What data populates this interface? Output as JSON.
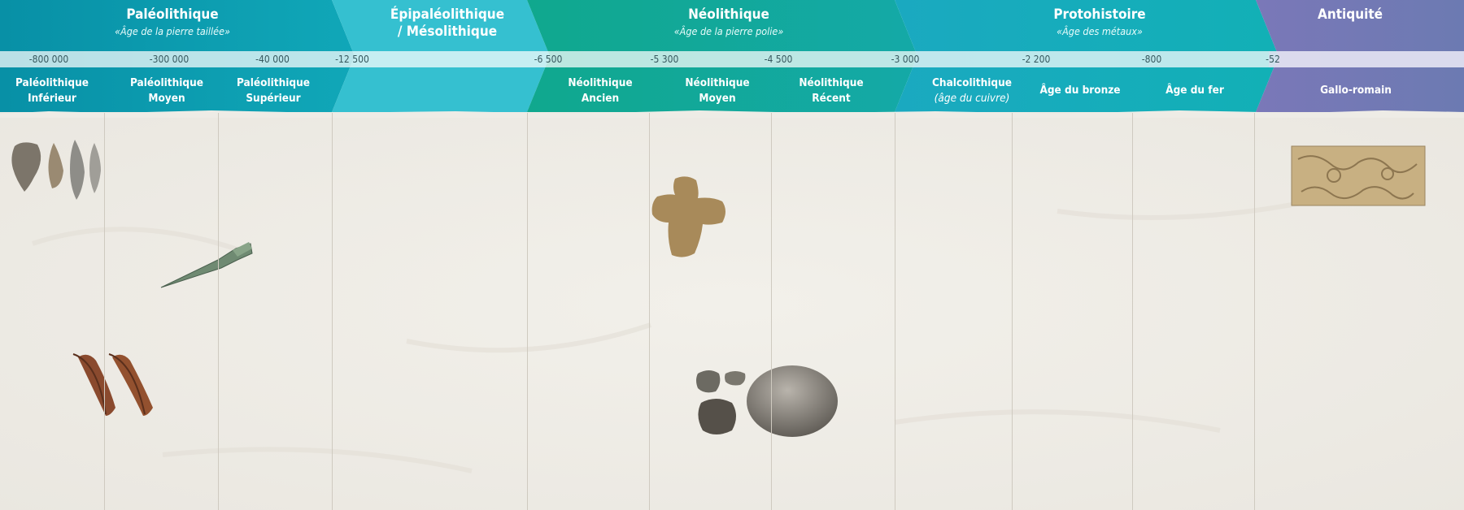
{
  "periods": [
    {
      "title": "Paléolithique",
      "subtitle": "«Âge de la pierre taillée»"
    },
    {
      "title_line1": "Épipaléolithique",
      "title_line2": "/ Mésolithique"
    },
    {
      "title": "Néolithique",
      "subtitle": "«Âge de la pierre polie»"
    },
    {
      "title": "Protohistoire",
      "subtitle": "«Âge des métaux»"
    },
    {
      "title": "Antiquité"
    }
  ],
  "dates": [
    "-800 000",
    "-300 000",
    "-40 000",
    "-12 500",
    "-6 500",
    "-5 300",
    "-4 500",
    "-3 000",
    "-2 200",
    "-800",
    "-52"
  ],
  "subperiods": [
    {
      "line1": "Paléolithique",
      "line2": "Inférieur"
    },
    {
      "line1": "Paléolithique",
      "line2": "Moyen"
    },
    {
      "line1": "Paléolithique",
      "line2": "Supérieur"
    },
    {
      "line1": "Néolithique",
      "line2": "Ancien"
    },
    {
      "line1": "Néolithique",
      "line2": "Moyen"
    },
    {
      "line1": "Néolithique",
      "line2": "Récent"
    },
    {
      "line1": "Chalcolithique",
      "line2": "(âge du cuivre)"
    },
    {
      "line1": "Âge du bronze"
    },
    {
      "line1": "Âge du fer"
    },
    {
      "line1": "Gallo-romain"
    }
  ],
  "artifacts": [
    "flint-tools",
    "bronze-spearhead",
    "leather-quivers",
    "clay-figurine",
    "ceramic-vessels",
    "carved-stone-relief"
  ],
  "colors": {
    "paleo": "#0b9cae",
    "epi": "#33c1d1",
    "neo": "#0ea698",
    "proto": "#17b0bf",
    "antiquity": "#6e78b4",
    "date_band": "#c7ebef",
    "paper": "#efede7"
  }
}
